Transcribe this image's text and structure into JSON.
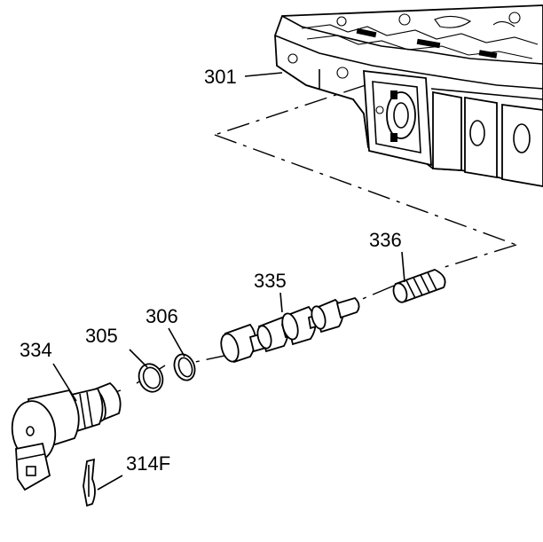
{
  "callouts": {
    "valve_body": "301",
    "o_ring_outer": "305",
    "o_ring_inner": "306",
    "retainer_clip": "314F",
    "solenoid": "334",
    "valve": "335",
    "spring": "336"
  }
}
